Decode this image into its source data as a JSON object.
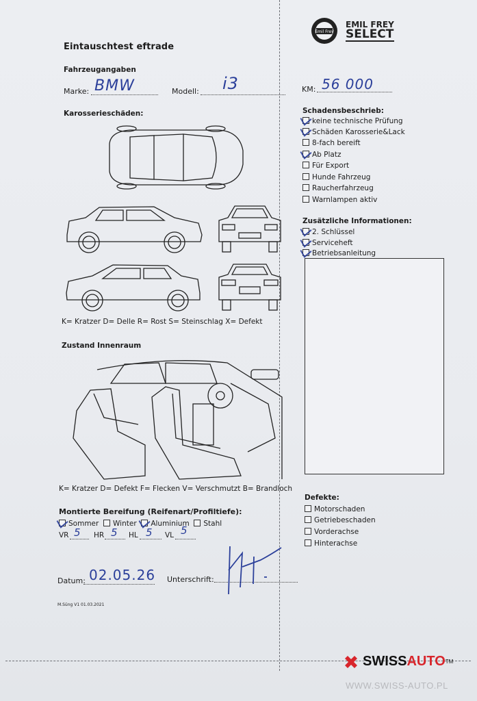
{
  "form": {
    "title": "Eintauschtest eftrade",
    "vehicle_section": "Fahrzeugangaben",
    "marke_label": "Marke:",
    "marke_value": "BMW",
    "modell_label": "Modell:",
    "modell_value": "i3",
    "km_label": "KM:",
    "km_value": "56 000",
    "body_damage_heading": "Karosserieschäden:",
    "body_legend": "K= Kratzer D= Delle R= Rost S= Steinschlag X= Defekt",
    "interior_heading": "Zustand Innenraum",
    "interior_legend": "K= Kratzer D= Defekt F= Flecken V= Verschmutzt B= Brandloch",
    "tires_heading": "Montierte Bereifung (Reifenart/Profiltiefe):",
    "tire_options": [
      {
        "label": "Sommer",
        "checked": true
      },
      {
        "label": "Winter",
        "checked": false
      },
      {
        "label": "Aluminium",
        "checked": true
      },
      {
        "label": "Stahl",
        "checked": false
      }
    ],
    "tread": [
      {
        "label": "VR",
        "value": "5"
      },
      {
        "label": "HR",
        "value": "5"
      },
      {
        "label": "HL",
        "value": "5"
      },
      {
        "label": "VL",
        "value": "5"
      }
    ],
    "date_label": "Datum:",
    "date_value": "02.05.26",
    "signature_label": "Unterschrift:",
    "footer_version": "M.Süng V1 01.03.2021"
  },
  "logo": {
    "line1": "EMIL FREY",
    "line2": "SELECT",
    "badge_text": "Emil Frey"
  },
  "damage_report": {
    "heading": "Schadensbeschrieb:",
    "items": [
      {
        "label": "keine technische Prüfung",
        "checked": true
      },
      {
        "label": "Schäden Karosserie&Lack",
        "checked": true
      },
      {
        "label": "8-fach bereift",
        "checked": false
      },
      {
        "label": "Ab Platz",
        "checked": true
      },
      {
        "label": "Für Export",
        "checked": false
      },
      {
        "label": "Hunde Fahrzeug",
        "checked": false
      },
      {
        "label": "Raucherfahrzeug",
        "checked": false
      },
      {
        "label": "Warnlampen aktiv",
        "checked": false
      }
    ]
  },
  "additional_info": {
    "heading": "Zusätzliche Informationen:",
    "items": [
      {
        "label": "2. Schlüssel",
        "checked": true
      },
      {
        "label": "Serviceheft",
        "checked": true
      },
      {
        "label": "Betriebsanleitung",
        "checked": true
      }
    ]
  },
  "defects": {
    "heading": "Defekte:",
    "items": [
      {
        "label": "Motorschaden",
        "checked": false
      },
      {
        "label": "Getriebeschaden",
        "checked": false
      },
      {
        "label": "Vorderachse",
        "checked": false
      },
      {
        "label": "Hinterachse",
        "checked": false
      }
    ]
  },
  "watermark": {
    "brand_swiss": "SWISS",
    "brand_auto": "AUTO",
    "tm": "TM",
    "url": "WWW.SWISS-AUTO.PL"
  },
  "colors": {
    "ink_blue": "#2b3f9a",
    "brand_red": "#d8262c",
    "paper": "#eceef2"
  }
}
